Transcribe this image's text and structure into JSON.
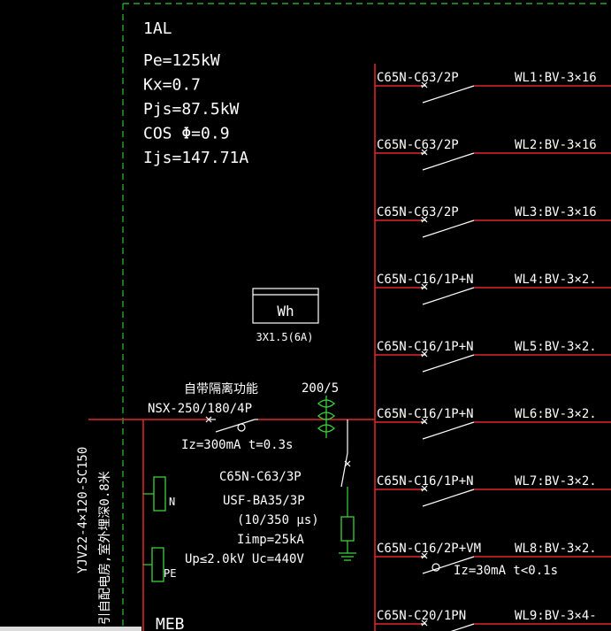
{
  "panel": {
    "name": "1AL",
    "params": [
      "Pe=125kW",
      "Kx=0.7",
      "Pjs=87.5kW",
      "COS Φ=0.9",
      "Ijs=147.71A"
    ]
  },
  "meter": {
    "label": "Wh",
    "spec": "3X1.5(6A)"
  },
  "main_breaker": {
    "note": "自带隔离功能",
    "model": "NSX-250/180/4P",
    "leakage": "Iz=300mA t=0.3s"
  },
  "ct": {
    "ratio": "200/5"
  },
  "spd": {
    "breaker": "C65N-C63/3P",
    "model": "USF-BA35/3P",
    "wave": "(10/350 μs)",
    "iimp": "Iimp=25kA",
    "ratings": "Up≤2.0kV Uc=440V"
  },
  "incoming": {
    "cable": "YJV22-4×120-SC150",
    "route": "引自配电房,室外埋深0.8米"
  },
  "bars": {
    "n": "N",
    "pe": "PE"
  },
  "bottom_label": "MEB",
  "circuits": [
    {
      "breaker": "C65N-C63/2P",
      "line": "WL1:BV-3×16",
      "leakage": ""
    },
    {
      "breaker": "C65N-C63/2P",
      "line": "WL2:BV-3×16",
      "leakage": ""
    },
    {
      "breaker": "C65N-C63/2P",
      "line": "WL3:BV-3×16",
      "leakage": ""
    },
    {
      "breaker": "C65N-C16/1P+N",
      "line": "WL4:BV-3×2.",
      "leakage": ""
    },
    {
      "breaker": "C65N-C16/1P+N",
      "line": "WL5:BV-3×2.",
      "leakage": ""
    },
    {
      "breaker": "C65N-C16/1P+N",
      "line": "WL6:BV-3×2.",
      "leakage": ""
    },
    {
      "breaker": "C65N-C16/1P+N",
      "line": "WL7:BV-3×2.",
      "leakage": ""
    },
    {
      "breaker": "C65N-C16/2P+VM",
      "line": "WL8:BV-3×2.",
      "leakage": "Iz=30mA t<0.1s"
    },
    {
      "breaker": "C65N-C20/1PN",
      "line": "WL9:BV-3×4-",
      "leakage": ""
    }
  ],
  "colors": {
    "background": "#000000",
    "text": "#ffffff",
    "wire": "#e02828",
    "frame": "#2ec82e",
    "symbol": "#3cd23c"
  }
}
